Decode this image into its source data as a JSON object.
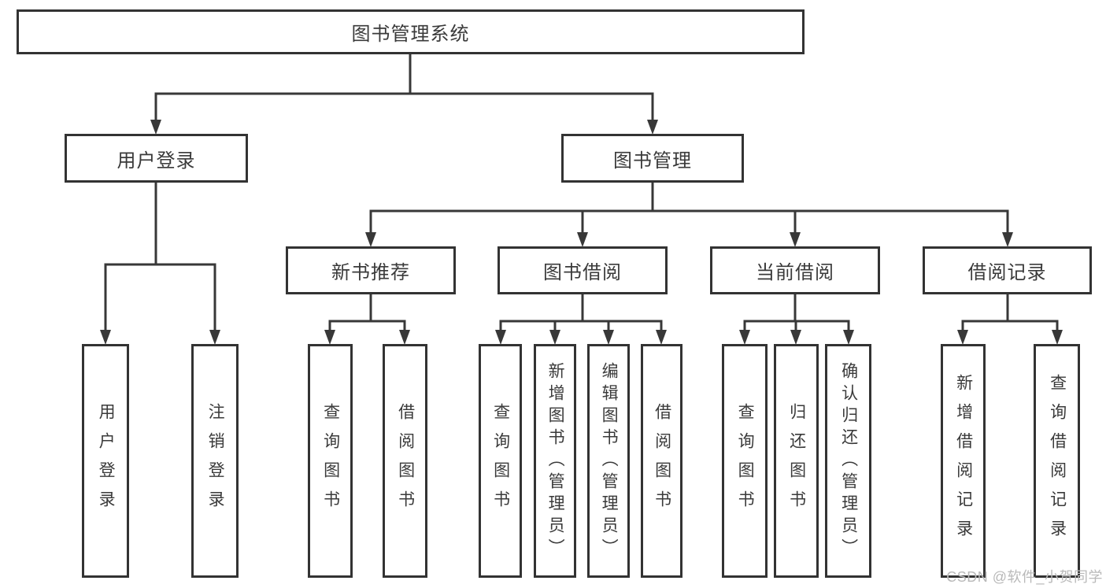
{
  "diagram": {
    "root": {
      "label": "图书管理系统"
    },
    "branches": [
      {
        "id": "user-login",
        "label": "用户登录",
        "children": [
          {
            "label": "用户登录"
          },
          {
            "label": "注销登录"
          }
        ]
      },
      {
        "id": "book-management",
        "label": "图书管理",
        "children": [
          {
            "id": "new-book-recommend",
            "label": "新书推荐",
            "children": [
              {
                "label": "查询图书"
              },
              {
                "label": "借阅图书"
              }
            ]
          },
          {
            "id": "book-borrow",
            "label": "图书借阅",
            "children": [
              {
                "label": "查询图书"
              },
              {
                "label": "新增图书（管理员）"
              },
              {
                "label": "编辑图书（管理员）"
              },
              {
                "label": "借阅图书"
              }
            ]
          },
          {
            "id": "current-borrow",
            "label": "当前借阅",
            "children": [
              {
                "label": "查询图书"
              },
              {
                "label": "归还图书"
              },
              {
                "label": "确认归还（管理员）"
              }
            ]
          },
          {
            "id": "borrow-records",
            "label": "借阅记录",
            "children": [
              {
                "label": "新增借阅记录"
              },
              {
                "label": "查询借阅记录"
              }
            ]
          }
        ]
      }
    ],
    "watermark": "CSDN @软件_小贺同学",
    "colors": {
      "line": "#383838",
      "box_border": "#333333",
      "box_fill": "#ffffff",
      "text": "#3a3a3a",
      "watermark": "#b9b9b9"
    }
  }
}
